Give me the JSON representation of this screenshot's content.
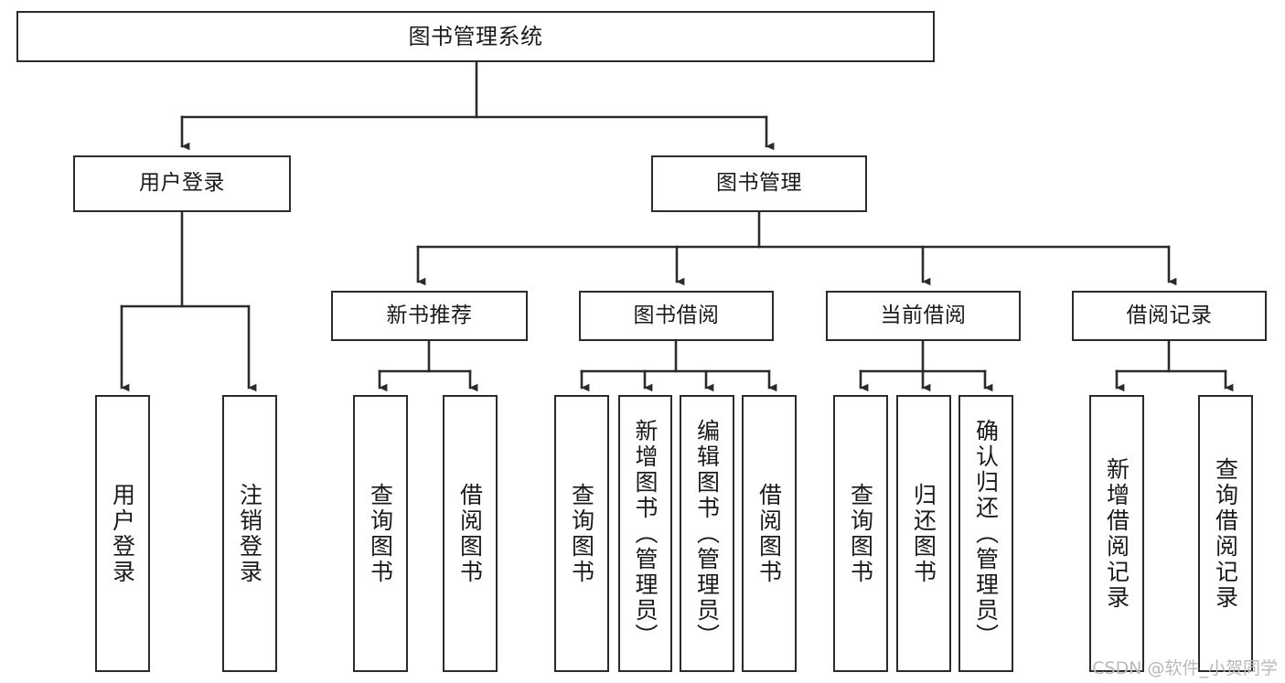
{
  "diagram": {
    "title": "图书管理系统",
    "type": "tree",
    "watermark": "CSDN @软件_小贺同学",
    "colors": {
      "stroke": "#2b2b2b",
      "fill": "#ffffff",
      "text": "#1a1a1a",
      "watermark": "#b9b9b9",
      "background": "#ffffff"
    },
    "nodes": {
      "root": {
        "label": "图书管理系统"
      },
      "level1": [
        {
          "label": "用户登录"
        },
        {
          "label": "图书管理"
        }
      ],
      "level2": [
        {
          "label": "新书推荐"
        },
        {
          "label": "图书借阅"
        },
        {
          "label": "当前借阅"
        },
        {
          "label": "借阅记录"
        }
      ],
      "leaves": {
        "user_login": [
          {
            "label": "用户登录"
          },
          {
            "label": "注销登录"
          }
        ],
        "new_book": [
          {
            "label": "查询图书"
          },
          {
            "label": "借阅图书"
          }
        ],
        "book_borrow": [
          {
            "label": "查询图书"
          },
          {
            "label": "新增图书（管理员）"
          },
          {
            "label": "编辑图书（管理员）"
          },
          {
            "label": "借阅图书"
          }
        ],
        "current_borrow": [
          {
            "label": "查询图书"
          },
          {
            "label": "归还图书"
          },
          {
            "label": "确认归还（管理员）"
          }
        ],
        "borrow_record": [
          {
            "label": "新增借阅记录"
          },
          {
            "label": "查询借阅记录"
          }
        ]
      }
    }
  }
}
